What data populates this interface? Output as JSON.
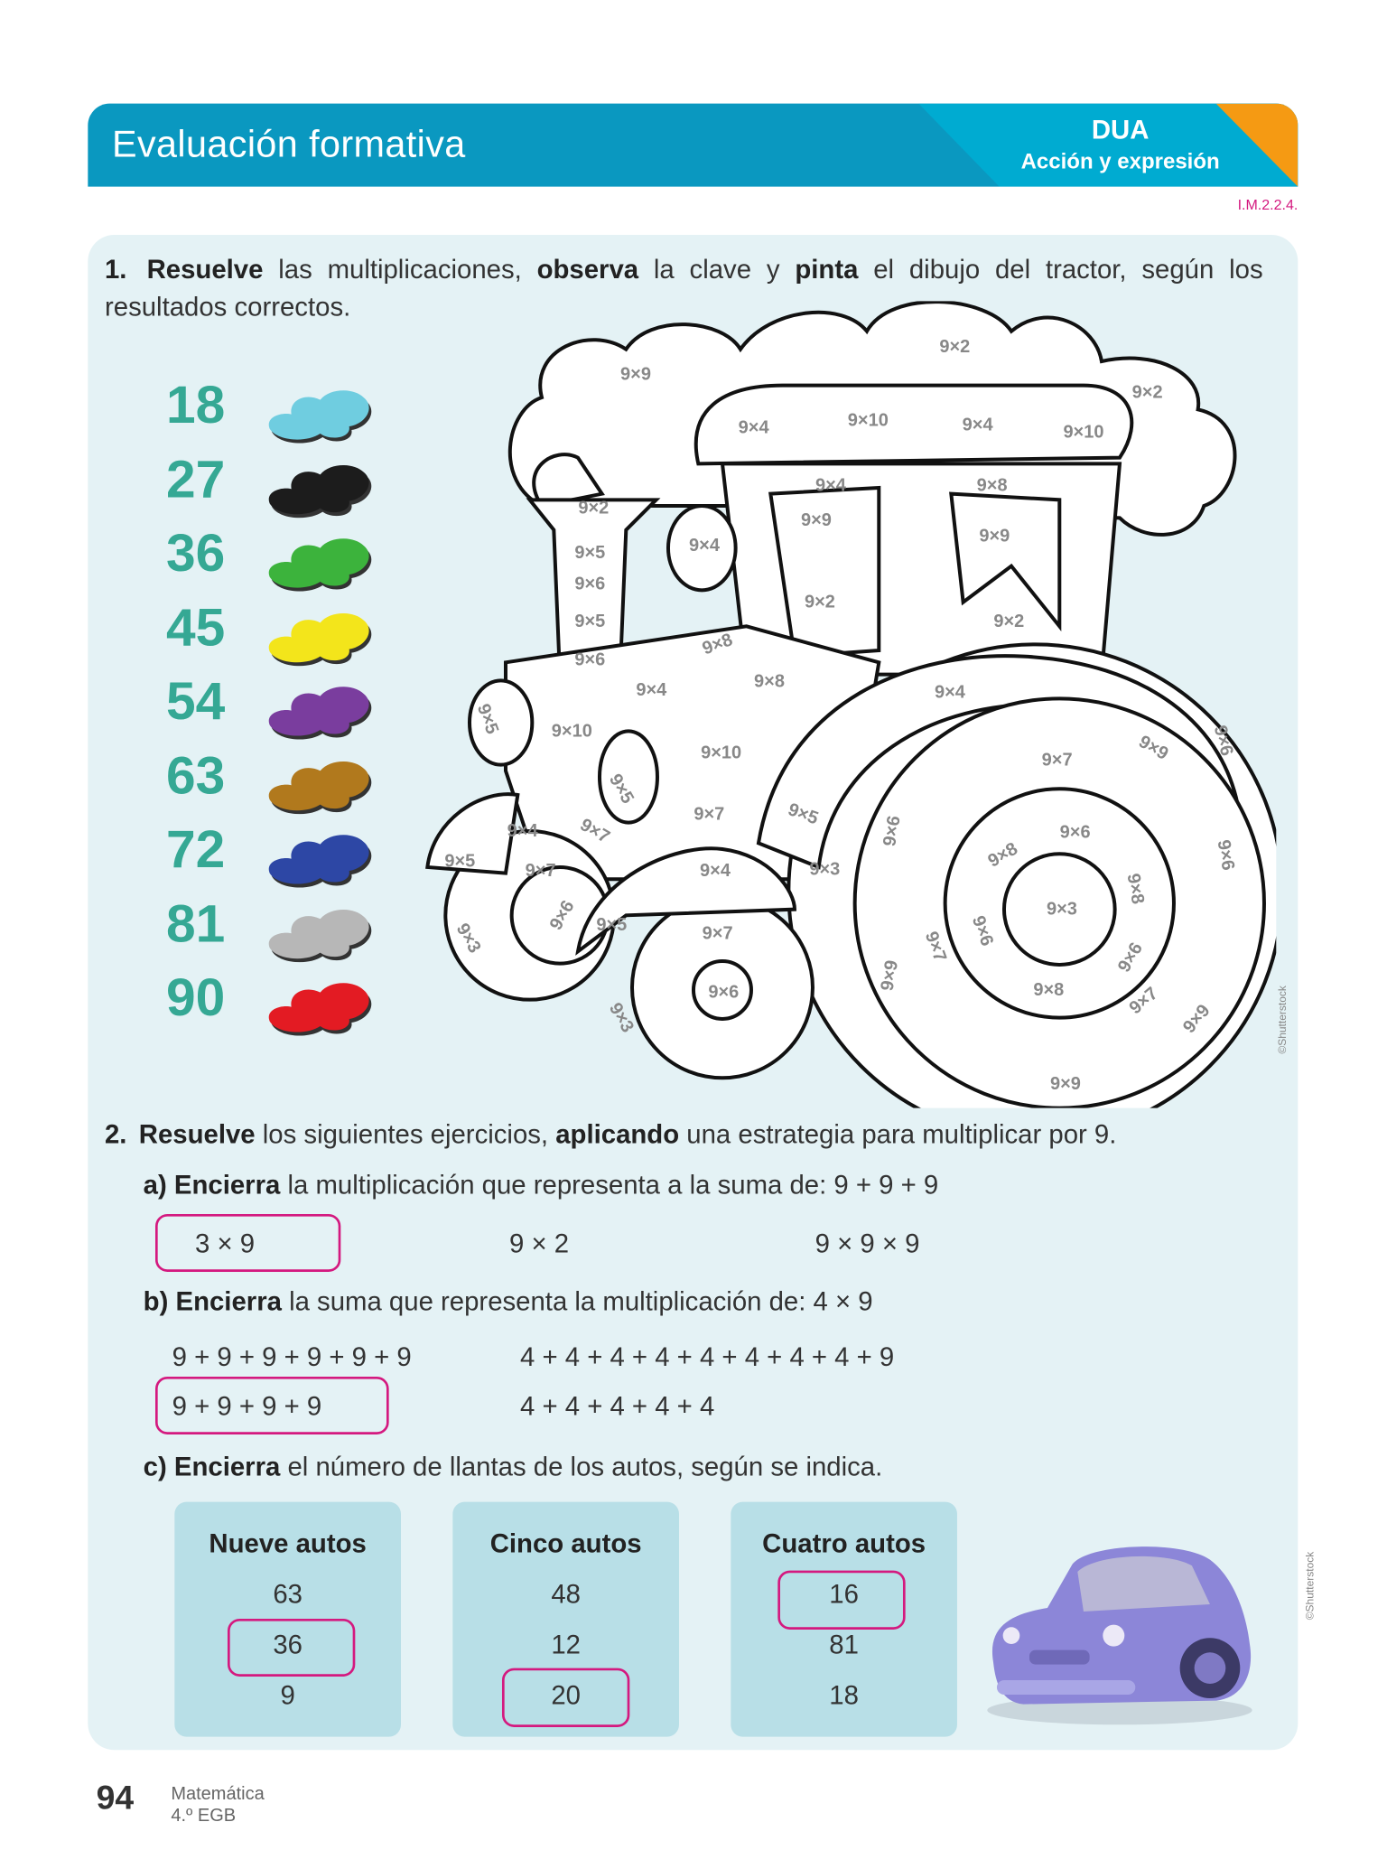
{
  "header": {
    "title": "Evaluación formativa",
    "dua": "DUA",
    "dua_sub": "Acción y expresión",
    "code": "I.M.2.2.4."
  },
  "q1": {
    "num": "1.",
    "b1": "Resuelve",
    "t1": " las multiplicaciones, ",
    "b2": "observa",
    "t2": " la clave y ",
    "b3": "pinta",
    "t3": " el dibujo del tractor, según los resultados correctos."
  },
  "key": [
    {
      "value": "18",
      "color": "#6fcde0"
    },
    {
      "value": "27",
      "color": "#1c1c1c"
    },
    {
      "value": "36",
      "color": "#3cb33c"
    },
    {
      "value": "45",
      "color": "#f3e51b"
    },
    {
      "value": "54",
      "color": "#7a3d9e"
    },
    {
      "value": "63",
      "color": "#b1791d"
    },
    {
      "value": "72",
      "color": "#2d47a5"
    },
    {
      "value": "81",
      "color": "#b7b7b7"
    },
    {
      "value": "90",
      "color": "#e31b23"
    }
  ],
  "tractor_labels": [
    "9×9",
    "9×2",
    "9×2",
    "9×4",
    "9×10",
    "9×4",
    "9×10",
    "9×4",
    "9×8",
    "9×9",
    "9×9",
    "9×2",
    "9×4",
    "9×5",
    "9×6",
    "9×5",
    "9×6",
    "9×2",
    "9×2",
    "9×8",
    "9×4",
    "9×8",
    "9×4",
    "9×5",
    "9×10",
    "9×10",
    "9×5",
    "9×7",
    "9×9",
    "9×6",
    "9×4",
    "9×7",
    "9×7",
    "9×5",
    "9×5",
    "9×7",
    "9×4",
    "9×3",
    "9×6",
    "9×8",
    "9×6",
    "9×6",
    "9×6",
    "9×5",
    "9×3",
    "9×8",
    "9×3",
    "9×7",
    "9×6",
    "9×7",
    "9×6",
    "9×6",
    "9×9",
    "9×8",
    "9×7",
    "9×3",
    "9×9",
    "9×9"
  ],
  "credit": "©Shutterstock",
  "q2": {
    "num": "2.",
    "b1": "Resuelve",
    "t1": " los siguientes ejercicios, ",
    "b2": "aplicando",
    "t2": " una estrategia para multiplicar por 9.",
    "a": {
      "letter": "a) ",
      "b": "Encierra",
      "t": " la multiplicación que representa a la suma de: 9 + 9 + 9",
      "options": [
        "3 × 9",
        "9 × 2",
        "9 × 9 × 9"
      ]
    },
    "b": {
      "letter": "b) ",
      "b": "Encierra",
      "t": " la suma que representa la multiplicación de:  4 × 9",
      "options": [
        "9 + 9 + 9 + 9 + 9 + 9",
        "4 + 4 + 4 + 4 + 4 + 4 + 4 + 4 + 9",
        "9 + 9 + 9 + 9",
        "4 + 4 + 4 + 4 + 4"
      ]
    },
    "c": {
      "letter": "c) ",
      "b": "Encierra",
      "t": " el número de llantas de los autos, según se indica.",
      "tables": [
        {
          "title": "Nueve autos",
          "values": [
            "63",
            "36",
            "9"
          ]
        },
        {
          "title": "Cinco autos",
          "values": [
            "48",
            "12",
            "20"
          ]
        },
        {
          "title": "Cuatro autos",
          "values": [
            "16",
            "81",
            "18"
          ]
        }
      ]
    }
  },
  "footer": {
    "page": "94",
    "subject": "Matemática",
    "grade": "4.º EGB"
  }
}
